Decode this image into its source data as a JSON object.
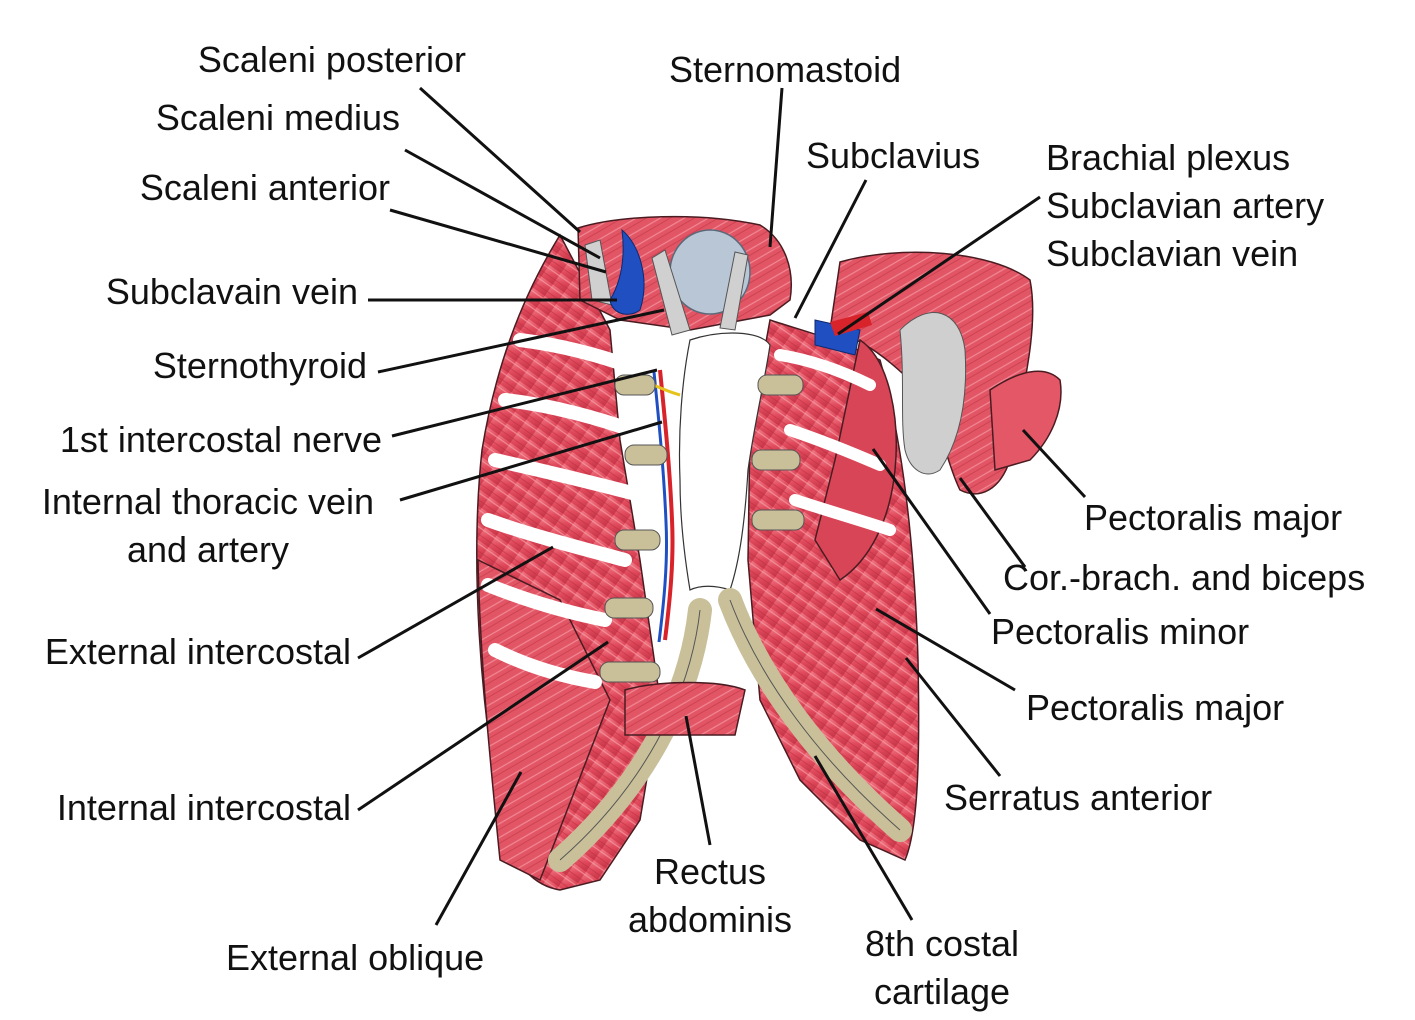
{
  "diagram": {
    "colors": {
      "muscle": "#e8505f",
      "muscle_light": "#f48a95",
      "muscle_dark": "#b42a3b",
      "cartilage": "#c9c09a",
      "tendon": "#c8c8c8",
      "vein": "#1f4fc0",
      "artery": "#d8232a",
      "nerve": "#e6c21a",
      "thyroid": "#b8c6d6",
      "leader": "#111111"
    },
    "labels": {
      "scaleni_posterior": "Scaleni posterior",
      "scaleni_medius": "Scaleni medius",
      "scaleni_anterior": "Scaleni anterior",
      "subclavain_vein": "Subclavain vein",
      "sternothyroid": "Sternothyroid",
      "first_intercostal_nerve": "1st intercostal nerve",
      "internal_thoracic_line1": "Internal thoracic vein",
      "internal_thoracic_line2": "and artery",
      "external_intercostal": "External intercostal",
      "internal_intercostal": "Internal intercostal",
      "external_oblique": "External oblique",
      "sternomastoid": "Sternomastoid",
      "subclavius": "Subclavius",
      "brachial_plexus": "Brachial plexus",
      "subclavian_artery": "Subclavian artery",
      "subclavian_vein": "Subclavian vein",
      "pectoralis_major_upper": "Pectoralis major",
      "cor_brach_biceps": "Cor.-brach. and biceps",
      "pectoralis_minor": "Pectoralis minor",
      "pectoralis_major_lower": "Pectoralis major",
      "serratus_anterior": "Serratus anterior",
      "rectus_line1": "Rectus",
      "rectus_line2": "abdominis",
      "costal_line1": "8th costal",
      "costal_line2": "cartilage"
    }
  }
}
